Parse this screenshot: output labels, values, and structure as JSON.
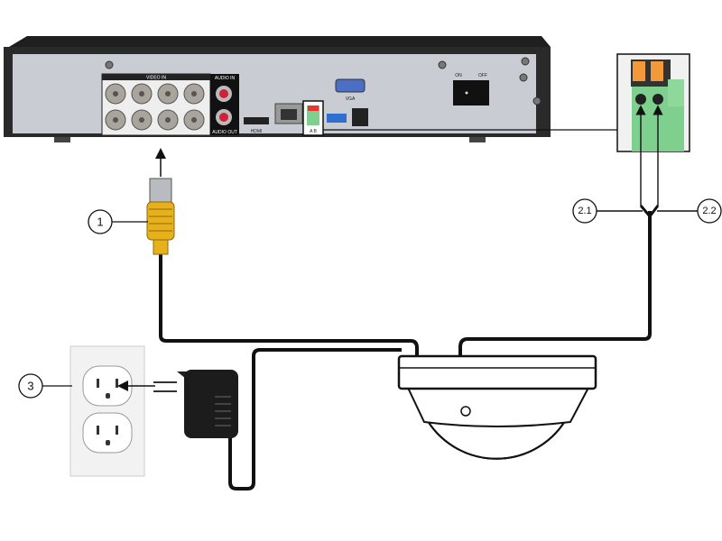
{
  "dvr": {
    "video_in_label": "VIDEO IN",
    "audio_in_label": "AUDIO IN",
    "audio_out_label": "AUDIO OUT",
    "hdmi_label": "HDMI",
    "vga_label": "VGA",
    "rs485_label": "A B",
    "power_on_label": "ON",
    "power_off_label": "OFF"
  },
  "callouts": {
    "bnc": "1",
    "rs485_a": "2.1",
    "rs485_b": "2.2",
    "power": "3"
  },
  "colors": {
    "dvr_body": "#c9ccd3",
    "dvr_frame": "#2a2a2a",
    "bnc_connector": "#e8b11c",
    "terminal_green": "#7fcf8f",
    "terminal_orange": "#f29a3a",
    "cable": "#111111"
  }
}
